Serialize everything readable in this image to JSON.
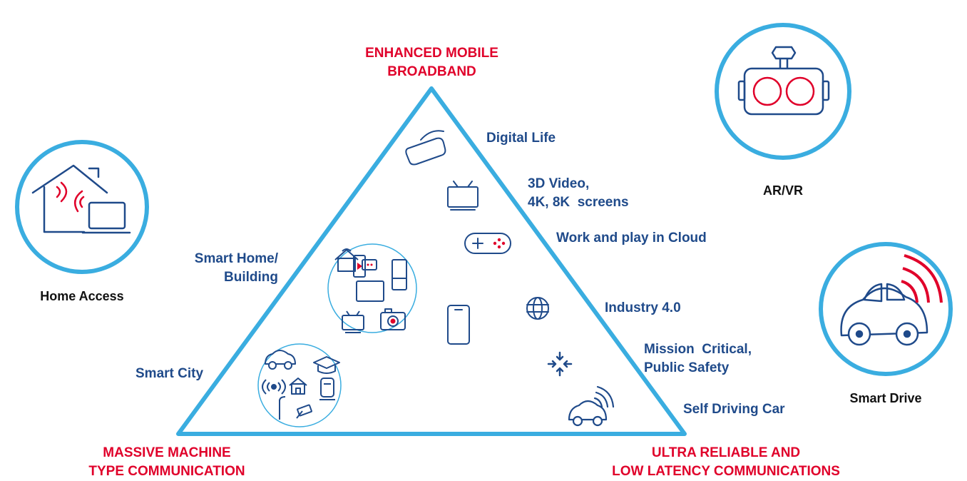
{
  "corners": {
    "top": "ENHANCED MOBILE\nBROADBAND",
    "bottom_left": "MASSIVE MACHINE\nTYPE COMMUNICATION",
    "bottom_right": "ULTRA RELIABLE AND\nLOW LATENCY COMMUNICATIONS"
  },
  "right_side": {
    "digital_life": "Digital Life",
    "video": "3D Video,\n4K, 8K  screens",
    "cloud": "Work and play in Cloud",
    "industry": "Industry 4.0",
    "mission": "Mission  Critical,\nPublic Safety",
    "self_driving": "Self Driving Car"
  },
  "left_side": {
    "smart_home": "Smart Home/\nBuilding",
    "smart_city": "Smart City"
  },
  "circles": {
    "home_access": "Home Access",
    "arvr": "AR/VR",
    "smart_drive": "Smart Drive"
  },
  "colors": {
    "triangle": "#3aade0",
    "icon_dark": "#1f4a8a",
    "accent_red": "#e0002a"
  }
}
